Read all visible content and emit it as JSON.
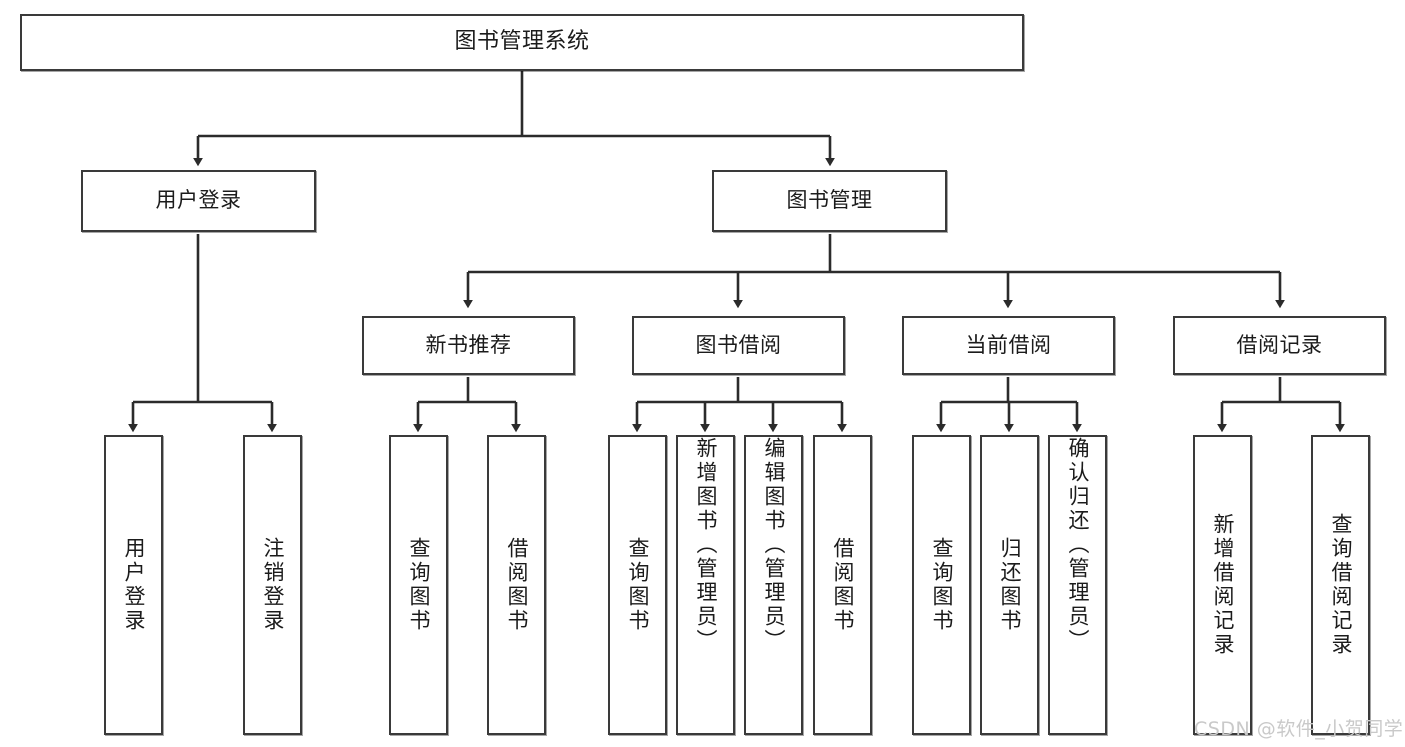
{
  "diagram": {
    "title": "图书管理系统",
    "type": "tree-hierarchy-diagram",
    "colors": {
      "box_border": "#3a3a3a",
      "box_fill": "#ffffff",
      "edge": "#2b2b2b",
      "text": "#1b1b1b",
      "watermark": "#c9c9c9"
    },
    "root": {
      "id": "root",
      "label": "图书管理系统"
    },
    "level2": [
      {
        "id": "user-login",
        "label": "用户登录"
      },
      {
        "id": "book-manage",
        "label": "图书管理"
      }
    ],
    "level3": [
      {
        "id": "new-book-recommend",
        "label": "新书推荐"
      },
      {
        "id": "book-borrow",
        "label": "图书借阅"
      },
      {
        "id": "current-borrow",
        "label": "当前借阅"
      },
      {
        "id": "borrow-record",
        "label": "借阅记录"
      }
    ],
    "leaves": {
      "user_login": [
        {
          "id": "leaf-user-login",
          "label": "用户登录"
        },
        {
          "id": "leaf-logout-login",
          "label": "注销登录"
        }
      ],
      "new_book_recommend": [
        {
          "id": "leaf-query-book-1",
          "label": "查询图书"
        },
        {
          "id": "leaf-borrow-book-1",
          "label": "借阅图书"
        }
      ],
      "book_borrow": [
        {
          "id": "leaf-query-book-2",
          "label": "查询图书"
        },
        {
          "id": "leaf-add-book",
          "label": "新增图书（管理员）"
        },
        {
          "id": "leaf-edit-book",
          "label": "编辑图书（管理员）"
        },
        {
          "id": "leaf-borrow-book-2",
          "label": "借阅图书"
        }
      ],
      "current_borrow": [
        {
          "id": "leaf-query-book-3",
          "label": "查询图书"
        },
        {
          "id": "leaf-return-book",
          "label": "归还图书"
        },
        {
          "id": "leaf-confirm-return",
          "label": "确认归还（管理员）"
        }
      ],
      "borrow_record": [
        {
          "id": "leaf-add-record",
          "label": "新增借阅记录"
        },
        {
          "id": "leaf-query-record",
          "label": "查询借阅记录"
        }
      ]
    },
    "watermark": "CSDN @软件_小贺同学"
  }
}
